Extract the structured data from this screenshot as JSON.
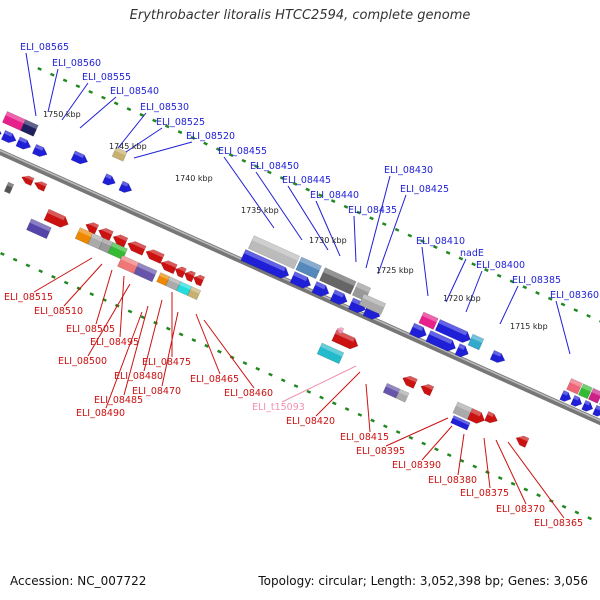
{
  "title": "Erythrobacter litoralis HTCC2594, complete genome",
  "footer": {
    "accession": "Accession: NC_007722",
    "summary": "Topology: circular; Length: 3,052,398 bp; Genes: 3,056"
  },
  "colors": {
    "forward": "#1f1fd8",
    "reverse": "#cc1111",
    "trna": "#f090b0",
    "backbone": "#888888",
    "tick": "#228822"
  },
  "scale_labels": [
    "1750 kbp",
    "1745 kbp",
    "1740 kbp",
    "1735 kbp",
    "1730 kbp",
    "1725 kbp",
    "1720 kbp",
    "1715 kbp"
  ],
  "forward_labels": [
    "ELI_08565",
    "ELI_08560",
    "ELI_08555",
    "ELI_08540",
    "ELI_08530",
    "ELI_08525",
    "ELI_08520",
    "ELI_08455",
    "ELI_08450",
    "ELI_08445",
    "ELI_08440",
    "ELI_08435",
    "ELI_08430",
    "ELI_08425",
    "ELI_08410",
    "nadE",
    "ELI_08400",
    "ELI_08385",
    "ELI_08360"
  ],
  "reverse_labels": [
    "ELI_08515",
    "ELI_08510",
    "ELI_08505",
    "ELI_08495",
    "ELI_08500",
    "ELI_08475",
    "ELI_08480",
    "ELI_08485",
    "ELI_08490",
    "ELI_08470",
    "ELI_08465",
    "ELI_08460",
    "ELI_t15093",
    "ELI_08420",
    "ELI_08415",
    "ELI_08395",
    "ELI_08390",
    "ELI_08380",
    "ELI_08375",
    "ELI_08370",
    "ELI_08365"
  ]
}
